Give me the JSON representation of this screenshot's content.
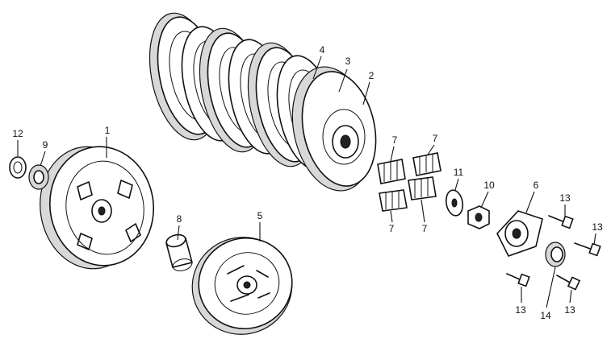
{
  "diagram": {
    "callouts": {
      "c1": "1",
      "c2": "2",
      "c3": "3",
      "c4": "4",
      "c5": "5",
      "c6": "6",
      "c7a": "7",
      "c7b": "7",
      "c7c": "7",
      "c7d": "7",
      "c8": "8",
      "c9": "9",
      "c10": "10",
      "c11": "11",
      "c12": "12",
      "c13a": "13",
      "c13b": "13",
      "c13c": "13",
      "c13d": "13",
      "c14": "14"
    }
  }
}
